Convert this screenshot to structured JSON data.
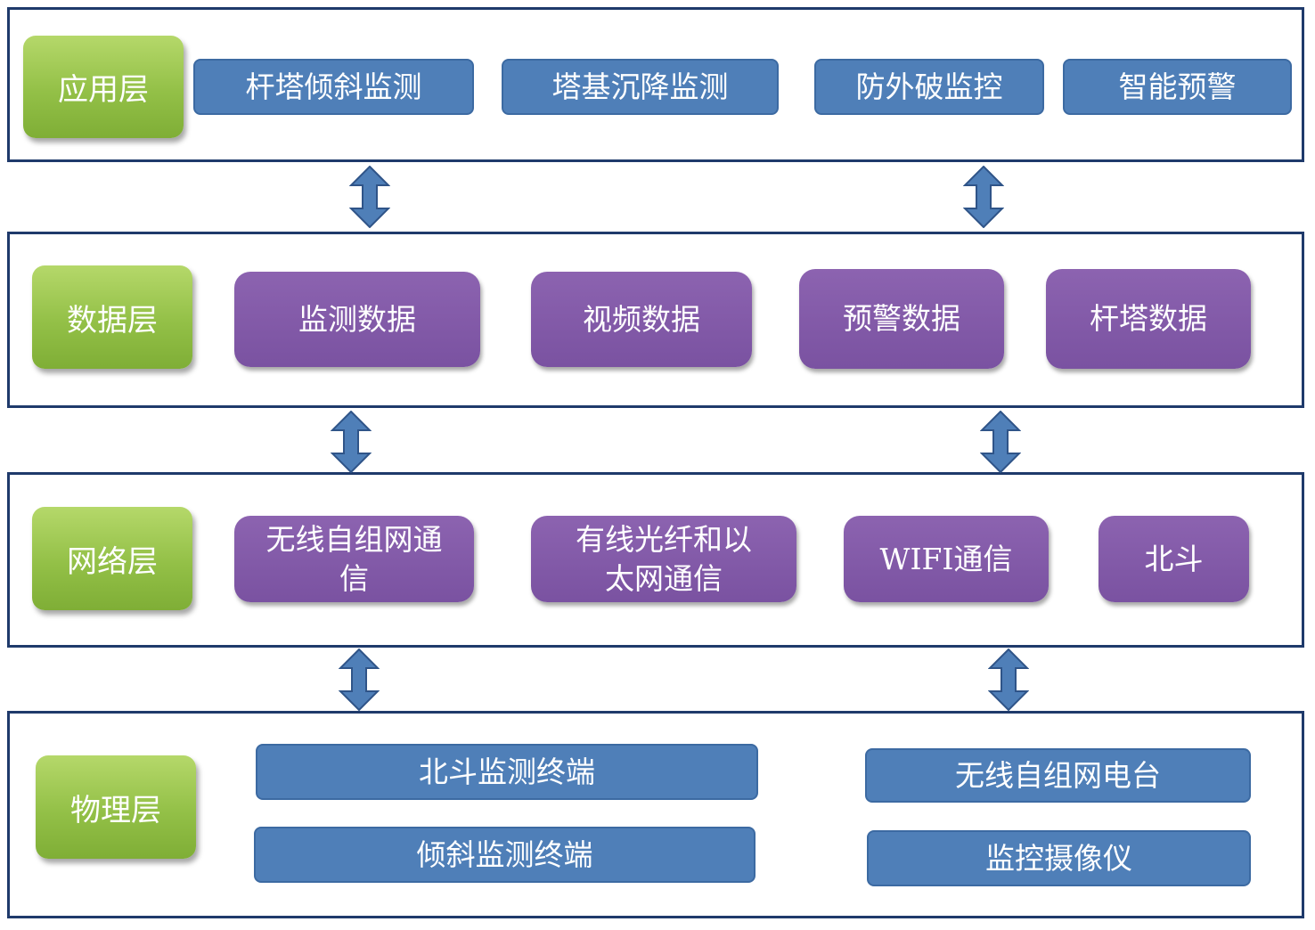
{
  "colors": {
    "border": "#1f3a6b",
    "green": "#93c047",
    "blue": "#4f7fb8",
    "purple": "#7a52a1"
  },
  "layers": {
    "application": {
      "tag": "应用层",
      "items": [
        "杆塔倾斜监测",
        "塔基沉降监测",
        "防外破监控",
        "智能预警"
      ]
    },
    "data": {
      "tag": "数据层",
      "items": [
        "监测数据",
        "视频数据",
        "预警数据",
        "杆塔数据"
      ]
    },
    "network": {
      "tag": "网络层",
      "items": [
        "无线自组网通\n信",
        "有线光纤和以\n太网通信",
        "WIFI通信",
        "北斗"
      ]
    },
    "physical": {
      "tag": "物理层",
      "items": [
        "北斗监测终端",
        "倾斜监测终端",
        "无线自组网电台",
        "监控摄像仪"
      ]
    }
  },
  "icons": {
    "arrows": "double-arrow-icon"
  }
}
